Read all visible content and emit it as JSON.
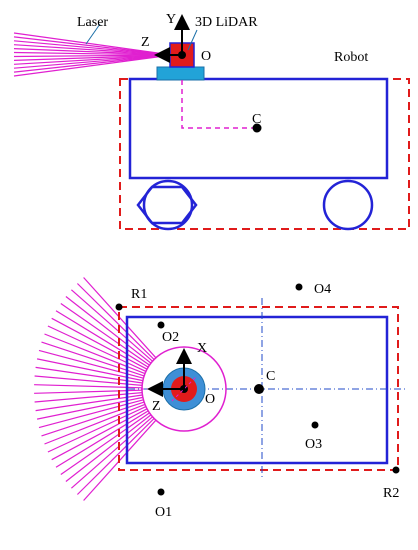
{
  "colors": {
    "laser": "#e020d0",
    "body": "#2323d6",
    "boundary": "#e01b1b",
    "lidar_top": "#e11b1b",
    "lidar_base": "#22a3d8",
    "lidar_ring": "#3e8fd6",
    "axis_dash": "#1f49c8",
    "point": "#000000"
  },
  "side_view": {
    "laser_label": "Laser",
    "lidar_label": "3D LiDAR",
    "y_axis_label": "Y",
    "z_axis_label": "Z",
    "origin_label": "O",
    "robot_label": "Robot",
    "center_label": "C"
  },
  "top_view": {
    "x_axis_label": "X",
    "z_axis_label": "Z",
    "origin_label": "O",
    "center_label": "C",
    "corner_labels": {
      "r1": "R1",
      "r2": "R2"
    },
    "obstacles": [
      {
        "id": "o1",
        "label": "O1"
      },
      {
        "id": "o2",
        "label": "O2"
      },
      {
        "id": "o3",
        "label": "O3"
      },
      {
        "id": "o4",
        "label": "O4"
      }
    ]
  }
}
